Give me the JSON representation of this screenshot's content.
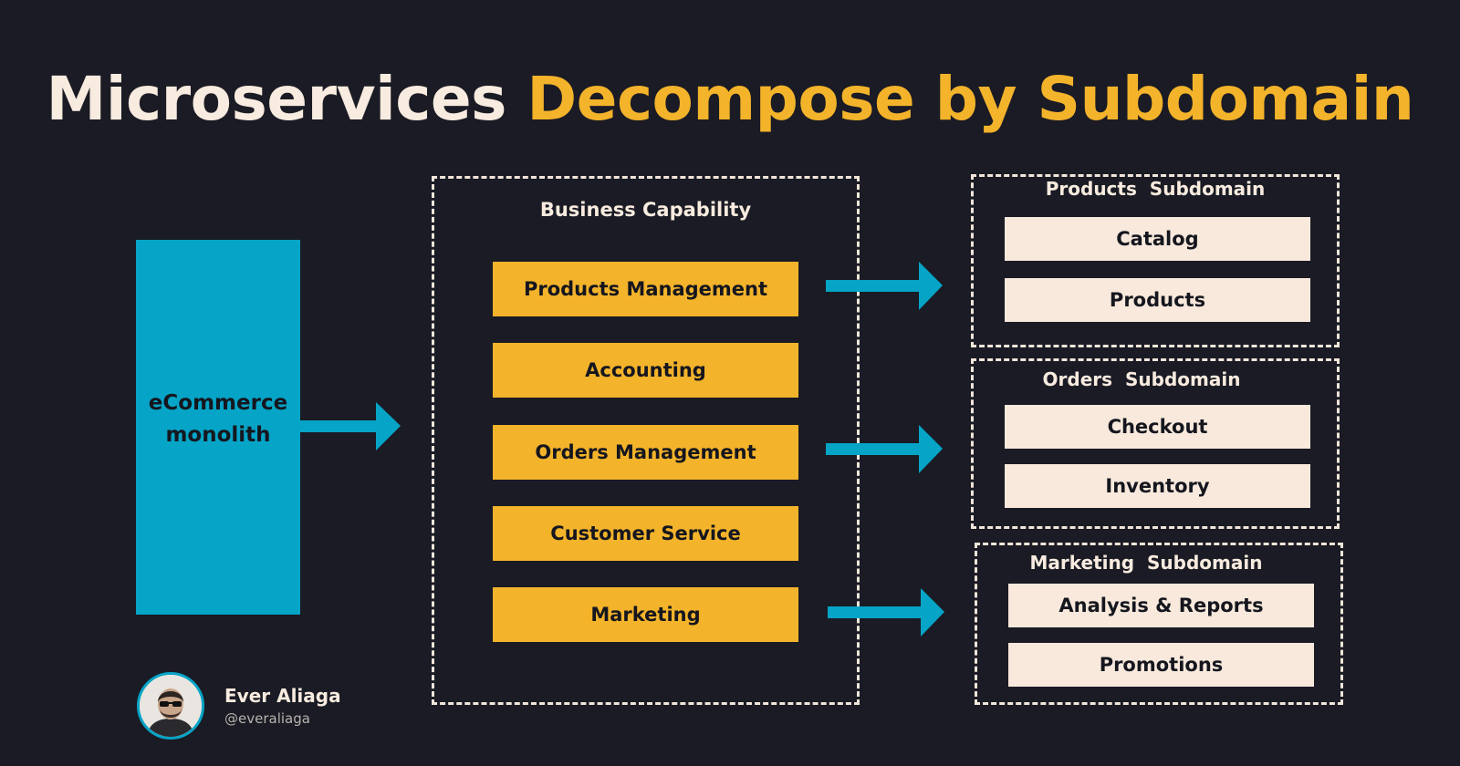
{
  "title": {
    "main": "Microservices",
    "accent": "Decompose by Subdomain"
  },
  "monolith": {
    "label": "eCommerce\nmonolith"
  },
  "capability": {
    "title": "Business Capability",
    "items": [
      "Products Management",
      "Accounting",
      "Orders Management",
      "Customer Service",
      "Marketing"
    ]
  },
  "subdomains": [
    {
      "title": "Products  Subdomain",
      "items": [
        "Catalog",
        "Products"
      ]
    },
    {
      "title": "Orders  Subdomain",
      "items": [
        "Checkout",
        "Inventory"
      ]
    },
    {
      "title": "Marketing  Subdomain",
      "items": [
        "Analysis & Reports",
        "Promotions"
      ]
    }
  ],
  "author": {
    "name": "Ever Aliaga",
    "handle": "@everaliaga"
  },
  "colors": {
    "background": "#1a1b24",
    "accent": "#f3b32b",
    "cyan": "#06a4c6",
    "cream": "#f8e9dc"
  },
  "icons": {
    "arrow": "right-arrow-icon",
    "avatar": "author-avatar"
  }
}
